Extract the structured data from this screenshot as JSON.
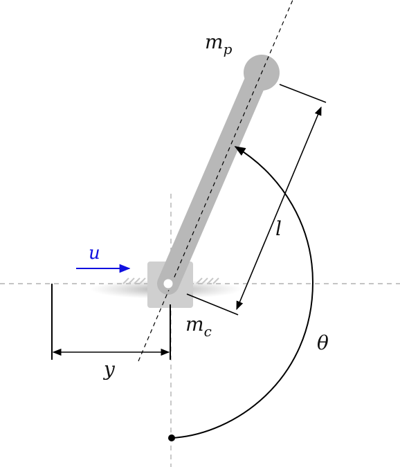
{
  "labels": {
    "mass_pole": "m",
    "mass_pole_sub": "p",
    "mass_cart": "m",
    "mass_cart_sub": "c",
    "length": "l",
    "angle": "θ",
    "force": "u",
    "position": "y"
  },
  "colors": {
    "force_arrow": "#1010e0",
    "pole": "#b8b8b8",
    "cart": "#cfcfcf",
    "guide_lines": "#b0b0b0",
    "line": "#000000"
  }
}
